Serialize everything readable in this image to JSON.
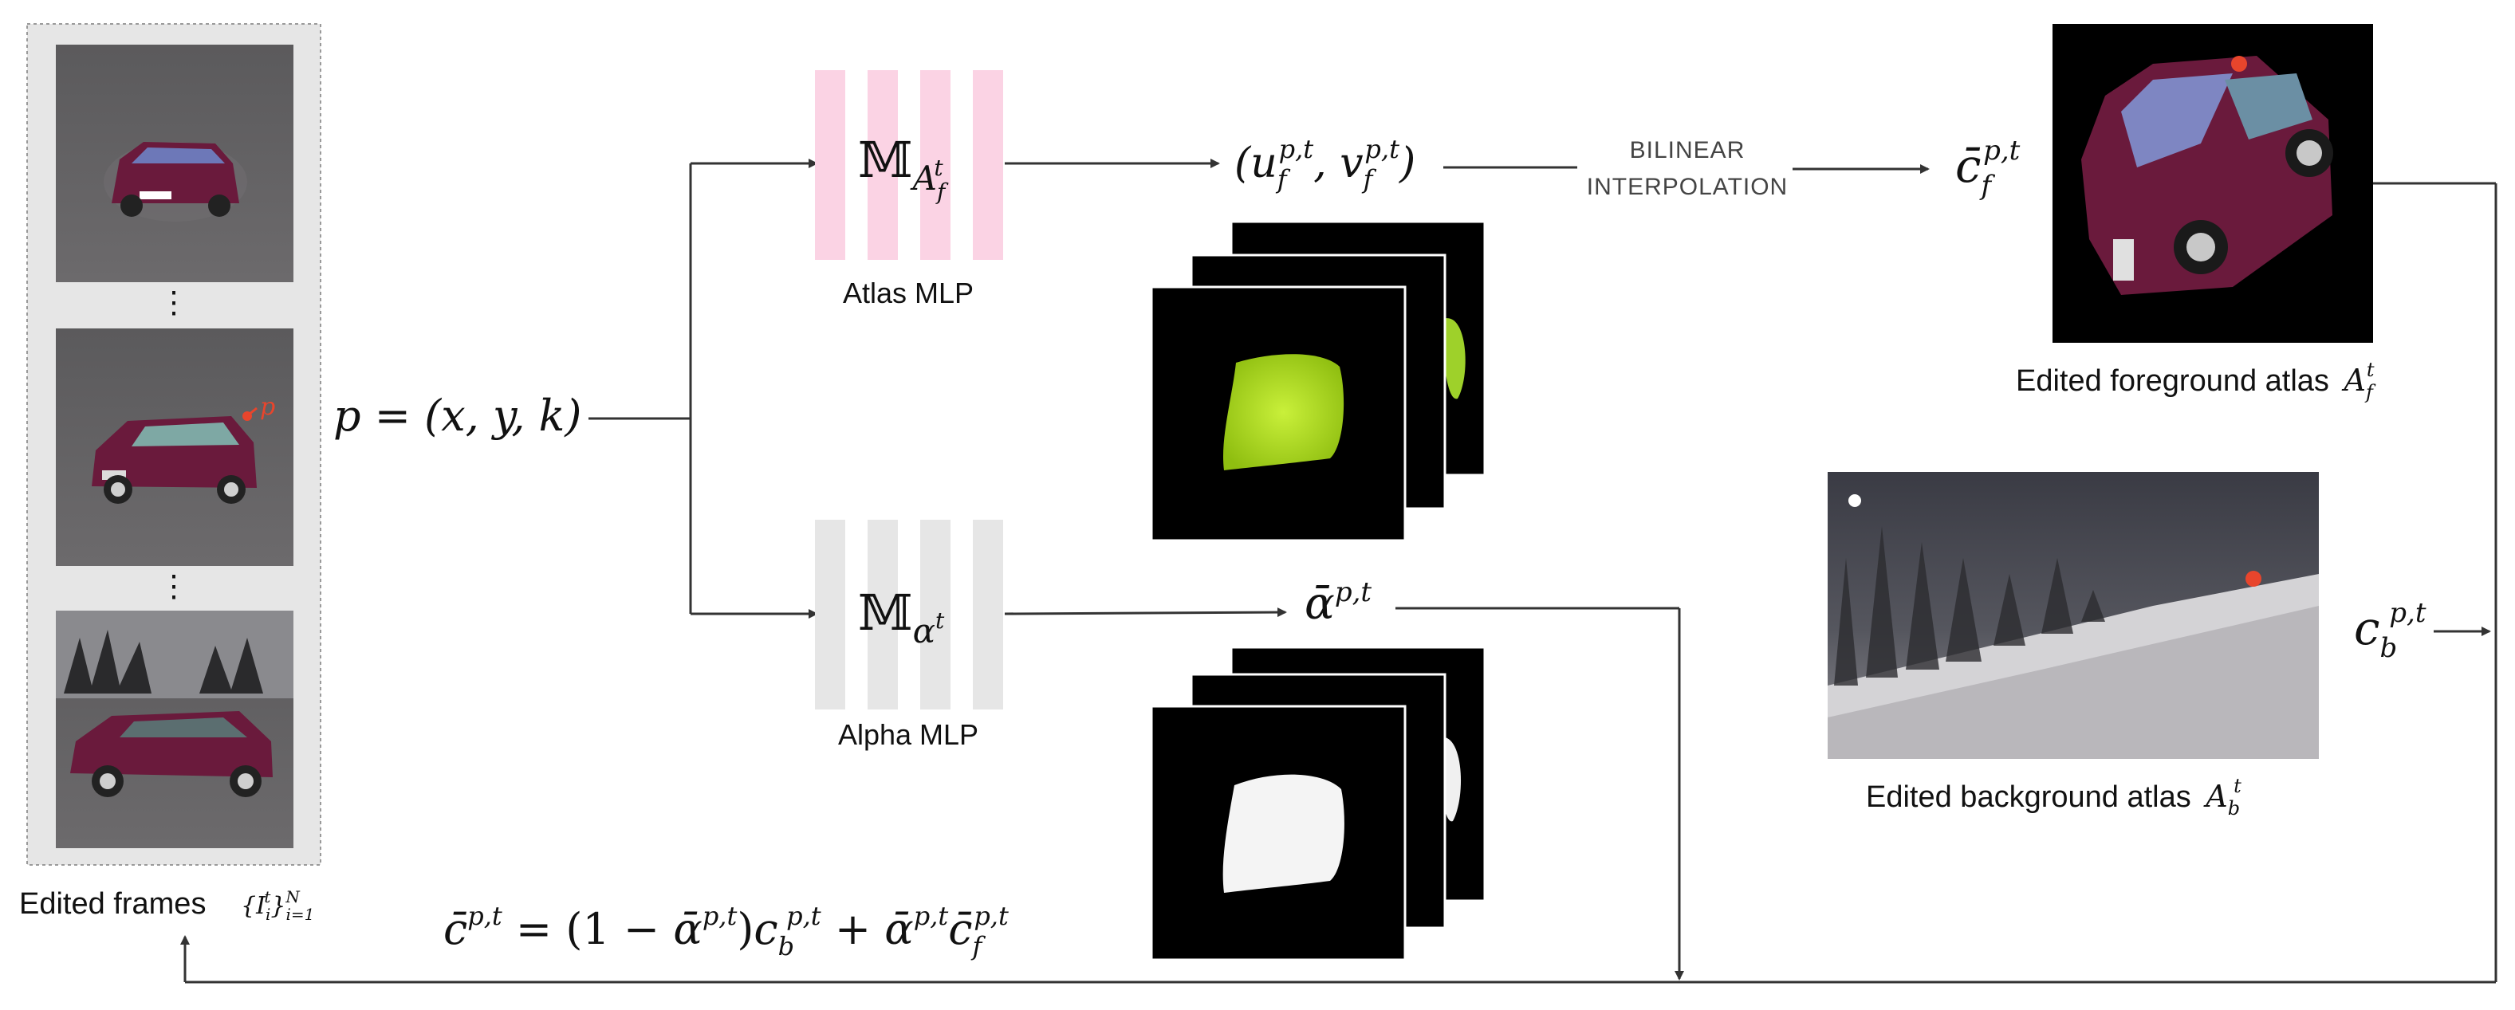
{
  "frames_panel": {
    "caption_text": "Edited frames",
    "caption_math": "{I",
    "caption_sub": "i",
    "caption_sup": "t",
    "caption_close": "}",
    "caption_range_lower": "i=1",
    "caption_range_upper": "N",
    "ellipsis": "⋮",
    "point_marker": "p"
  },
  "input": {
    "formula": "p = (x, y, k)"
  },
  "atlas_mlp": {
    "symbol": "𝕄",
    "sub": "A",
    "sub_sub": "f",
    "sub_sup": "t",
    "label": "Atlas MLP",
    "color": "#fbd3e4"
  },
  "alpha_mlp": {
    "symbol": "𝕄",
    "sub": "α",
    "sub_sup": "t",
    "label": "Alpha MLP",
    "color": "#e6e6e6"
  },
  "uv_output": {
    "open": "(u",
    "u_sub": "f",
    "u_sup": "p,t",
    "comma": ", v",
    "v_sub": "f",
    "v_sup": "p,t",
    "close": ")"
  },
  "interp": {
    "line1": "BILINEAR",
    "line2": "INTERPOLATION"
  },
  "cf_output": {
    "base": "c̄",
    "sub": "f",
    "sup": "p,t"
  },
  "alpha_output": {
    "base": "ᾱ",
    "sup": "p,t"
  },
  "cb_output": {
    "base": "c",
    "sub": "b",
    "sup": "p,t"
  },
  "fg_atlas": {
    "caption_text": "Edited foreground atlas",
    "caption_math": "A",
    "caption_sub": "f",
    "caption_sup": "t"
  },
  "bg_atlas": {
    "caption_text": "Edited background atlas",
    "caption_math": "A",
    "caption_sub": "b",
    "caption_sup": "t"
  },
  "composite": {
    "lhs": "c̄",
    "lhs_sup": "p,t",
    "eq": " = (1 − ",
    "a1": "ᾱ",
    "a1_sup": "p,t",
    "close": ")",
    "cb": "c",
    "cb_sub": "b",
    "cb_sup": "p,t",
    "plus": " + ",
    "a2": "ᾱ",
    "a2_sup": "p,t",
    "cf": "c̄",
    "cf_sub": "f",
    "cf_sup": "p,t"
  },
  "colors": {
    "frame_bg": "#e6e6e6",
    "marker_red": "#e8452c",
    "mask_green": "#b5e61d",
    "car_maroon": "#6a1a3c"
  }
}
